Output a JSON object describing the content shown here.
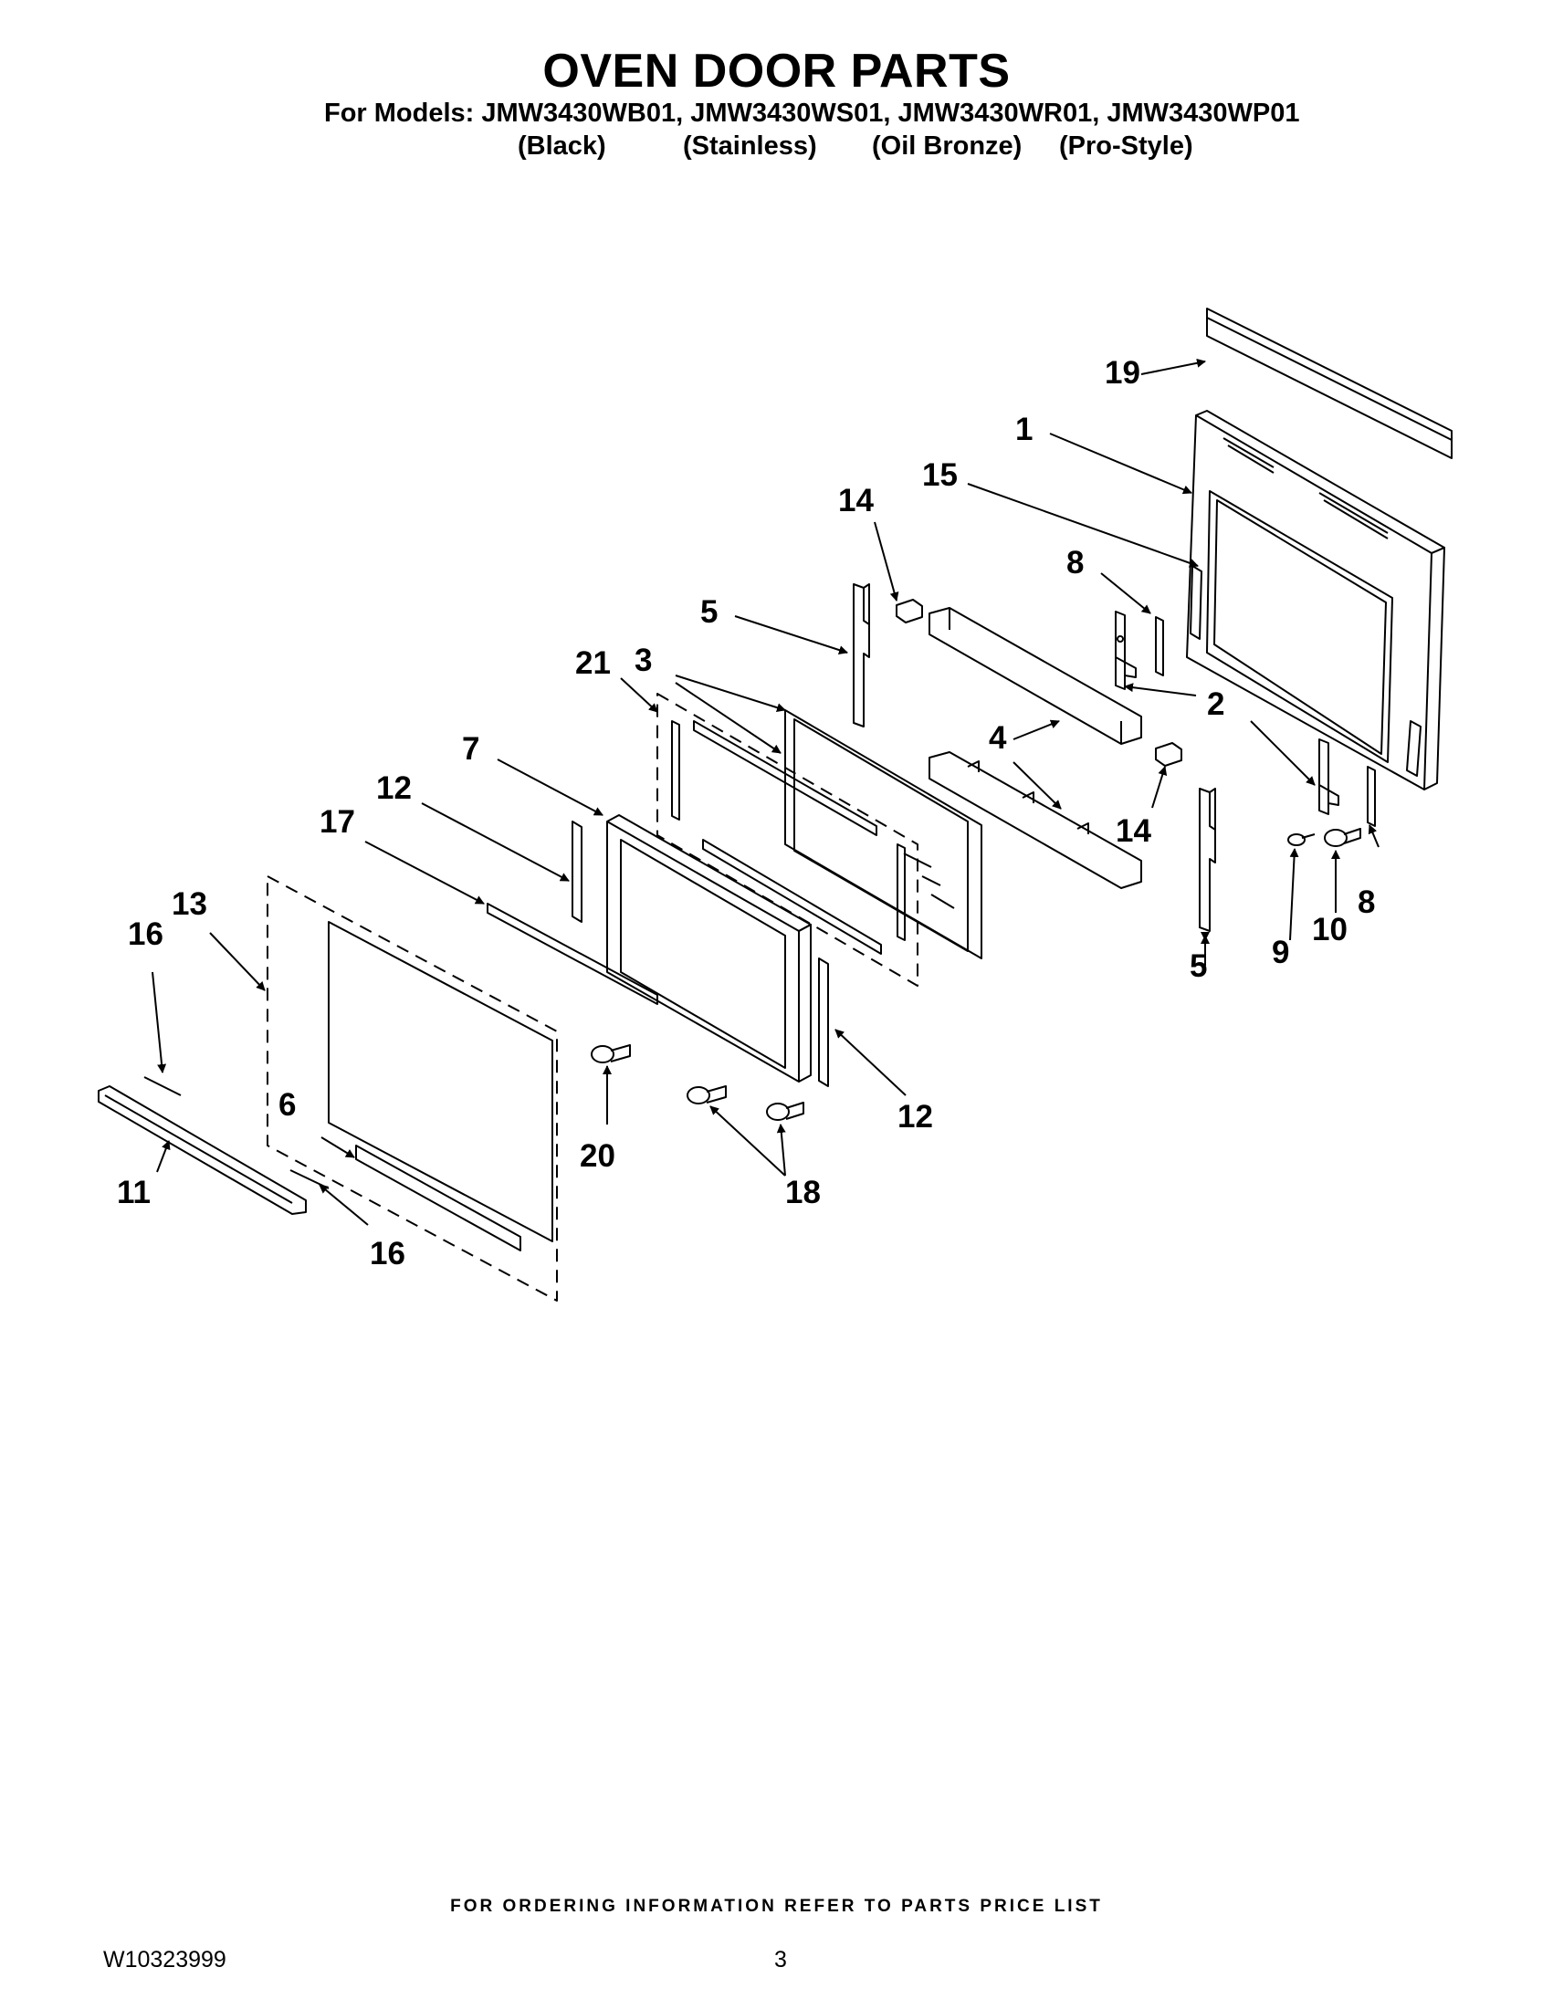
{
  "header": {
    "title": "OVEN DOOR PARTS",
    "models_line": "For Models: JMW3430WB01, JMW3430WS01, JMW3430WR01, JMW3430WP01",
    "variants": [
      "(Black)",
      "(Stainless)",
      "(Oil Bronze)",
      "(Pro-Style)"
    ]
  },
  "callouts": {
    "c1": "1",
    "c2": "2",
    "c3": "3",
    "c4": "4",
    "c5a": "5",
    "c5b": "5",
    "c6": "6",
    "c7": "7",
    "c8a": "8",
    "c8b": "8",
    "c9": "9",
    "c10": "10",
    "c11": "11",
    "c12a": "12",
    "c12b": "12",
    "c13": "13",
    "c14a": "14",
    "c14b": "14",
    "c15": "15",
    "c16a": "16",
    "c16b": "16",
    "c17": "17",
    "c18": "18",
    "c19": "19",
    "c20": "20",
    "c21": "21"
  },
  "footer": {
    "note": "FOR ORDERING INFORMATION REFER TO PARTS PRICE LIST",
    "doc_number": "W10323999",
    "page_number": "3"
  }
}
